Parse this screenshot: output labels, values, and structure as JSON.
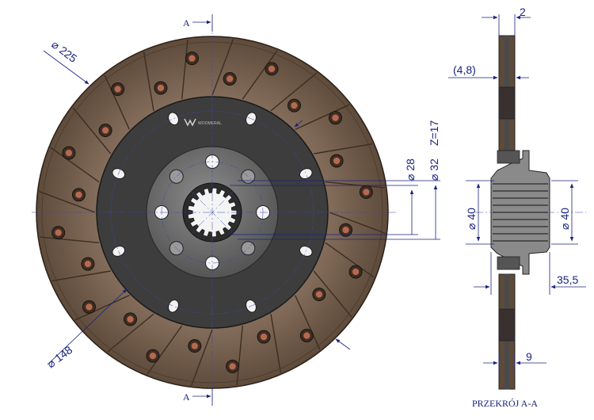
{
  "section_marker": "A",
  "front_view": {
    "dia_outer": "⌀ 225",
    "dia_inner": "⌀ 148",
    "dia_28": "⌀ 28",
    "dia_32": "⌀ 32",
    "teeth": "Z=17",
    "brand": "WOOMERAL"
  },
  "section_view": {
    "thickness": "2",
    "offset": "(4,8)",
    "hub_dia_left": "⌀ 40",
    "hub_dia_right": "⌀ 40",
    "hub_length": "35,5",
    "total_width": "9",
    "caption": "PRZEKRÓJ A-A"
  },
  "colors": {
    "friction": "#6e5a47",
    "plate": "#3d3d3d",
    "hub": "#6a6a6a",
    "dimension": "#1a237e",
    "rivet": "#b46a50"
  }
}
